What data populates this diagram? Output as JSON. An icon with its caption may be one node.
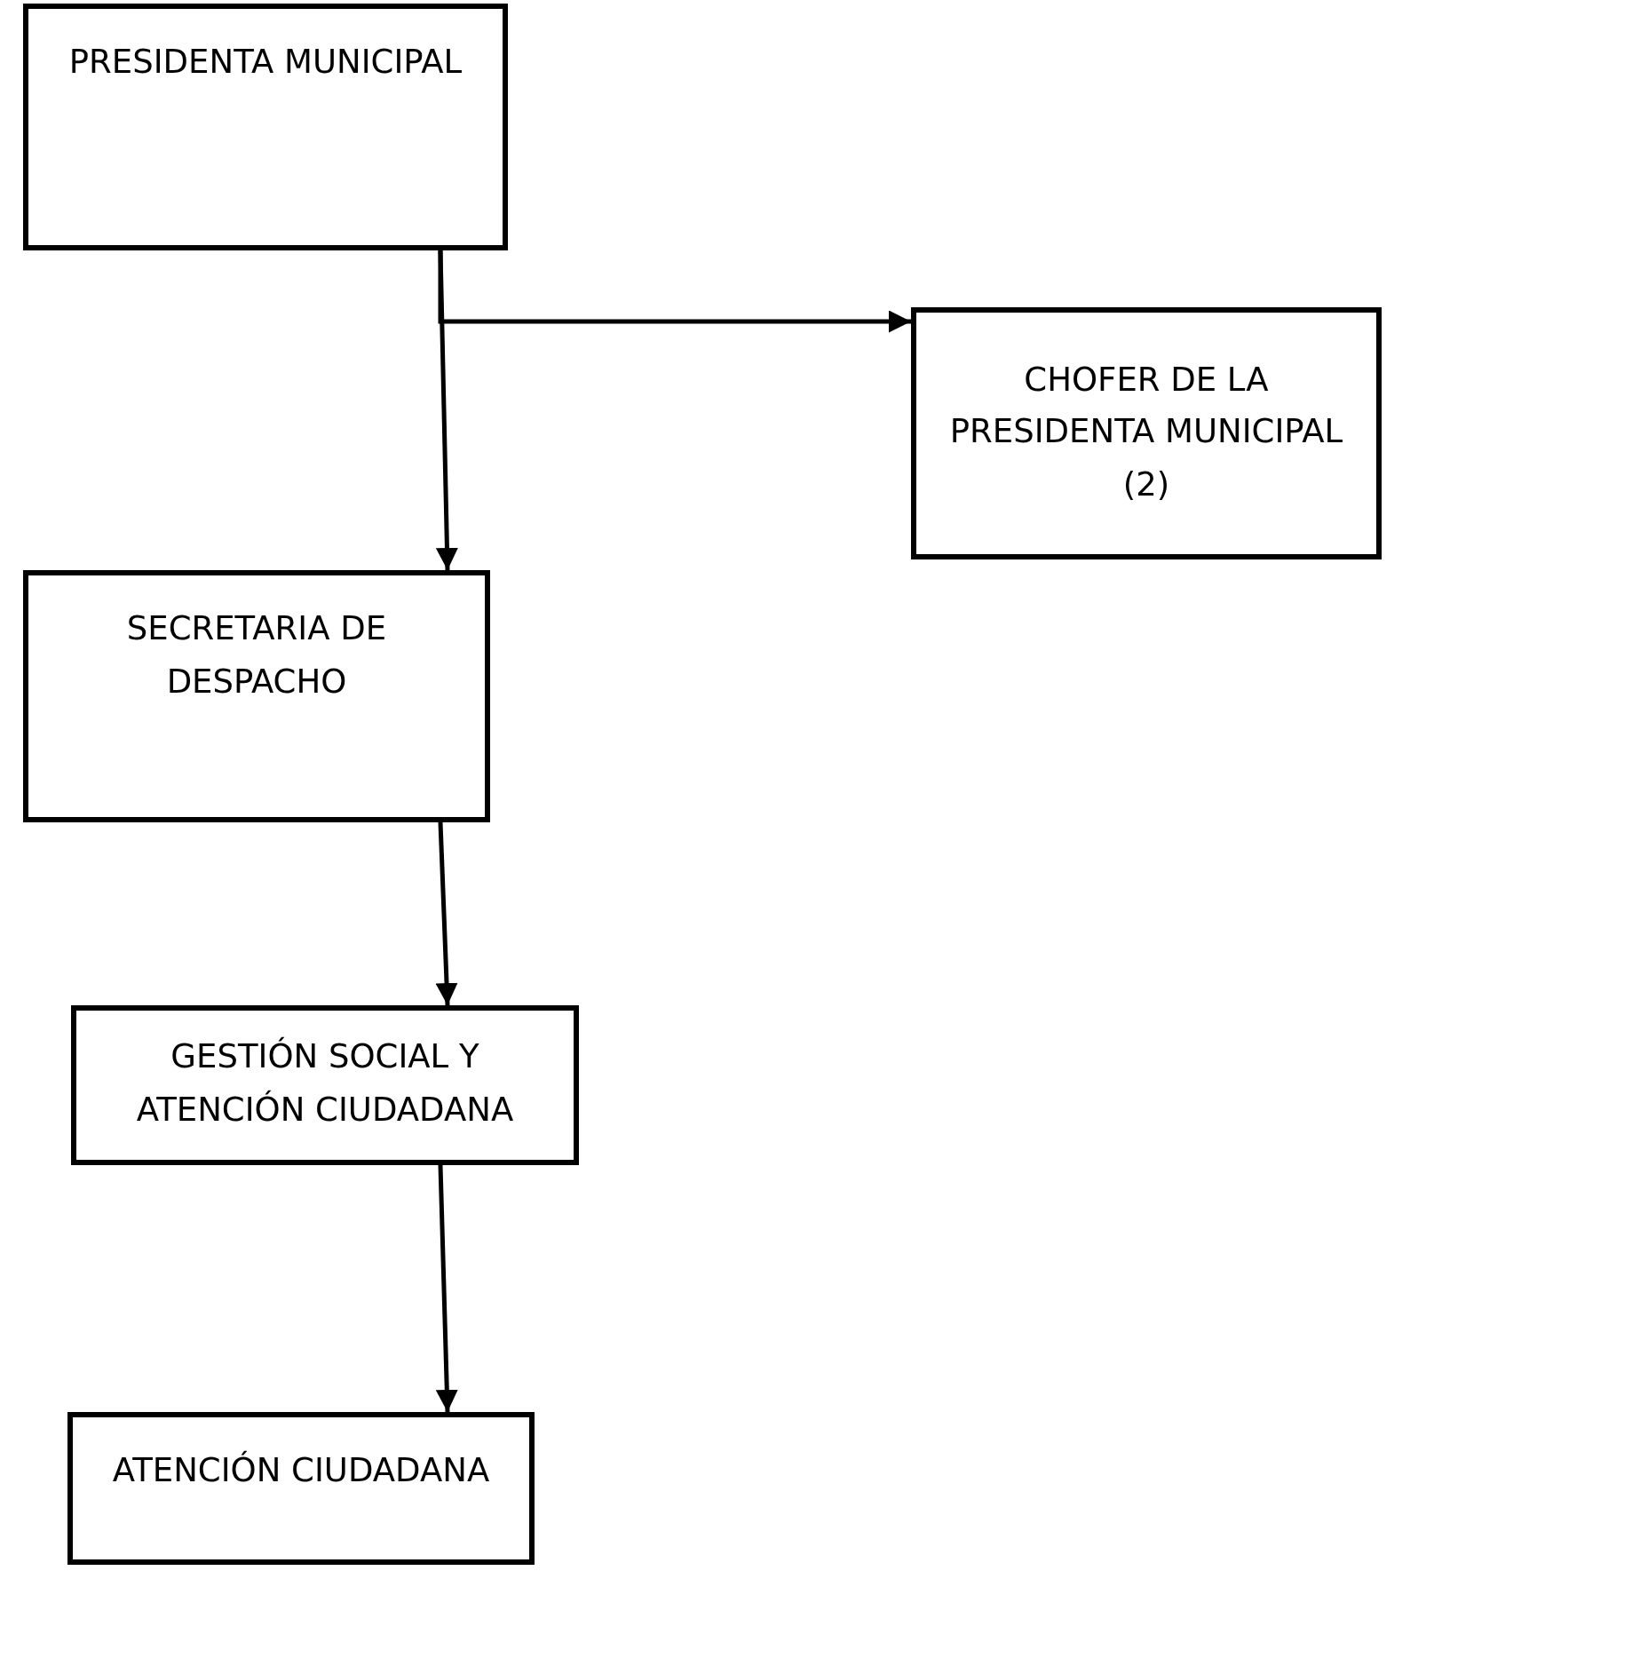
{
  "diagram": {
    "nodes": [
      {
        "text": [
          "PRESIDENTA MUNICIPAL"
        ]
      },
      {
        "text": [
          "CHOFER DE LA PRESIDENTA MUNICIPAL (2)"
        ]
      },
      {
        "text": [
          "SECRETARIA DE DESPACHO"
        ]
      },
      {
        "text": [
          "GESTIÓN SOCIAL Y ATENCIÓN CIUDADANA"
        ]
      },
      {
        "text": [
          "ATENCIÓN CIUDADANA"
        ]
      }
    ],
    "edges": [
      {
        "from": 0,
        "to": 2,
        "arrow": "to"
      },
      {
        "from": 0,
        "to": 1,
        "arrow": "to"
      },
      {
        "from": 2,
        "to": 3,
        "arrow": "to"
      },
      {
        "from": 3,
        "to": 4,
        "arrow": "to"
      }
    ]
  }
}
